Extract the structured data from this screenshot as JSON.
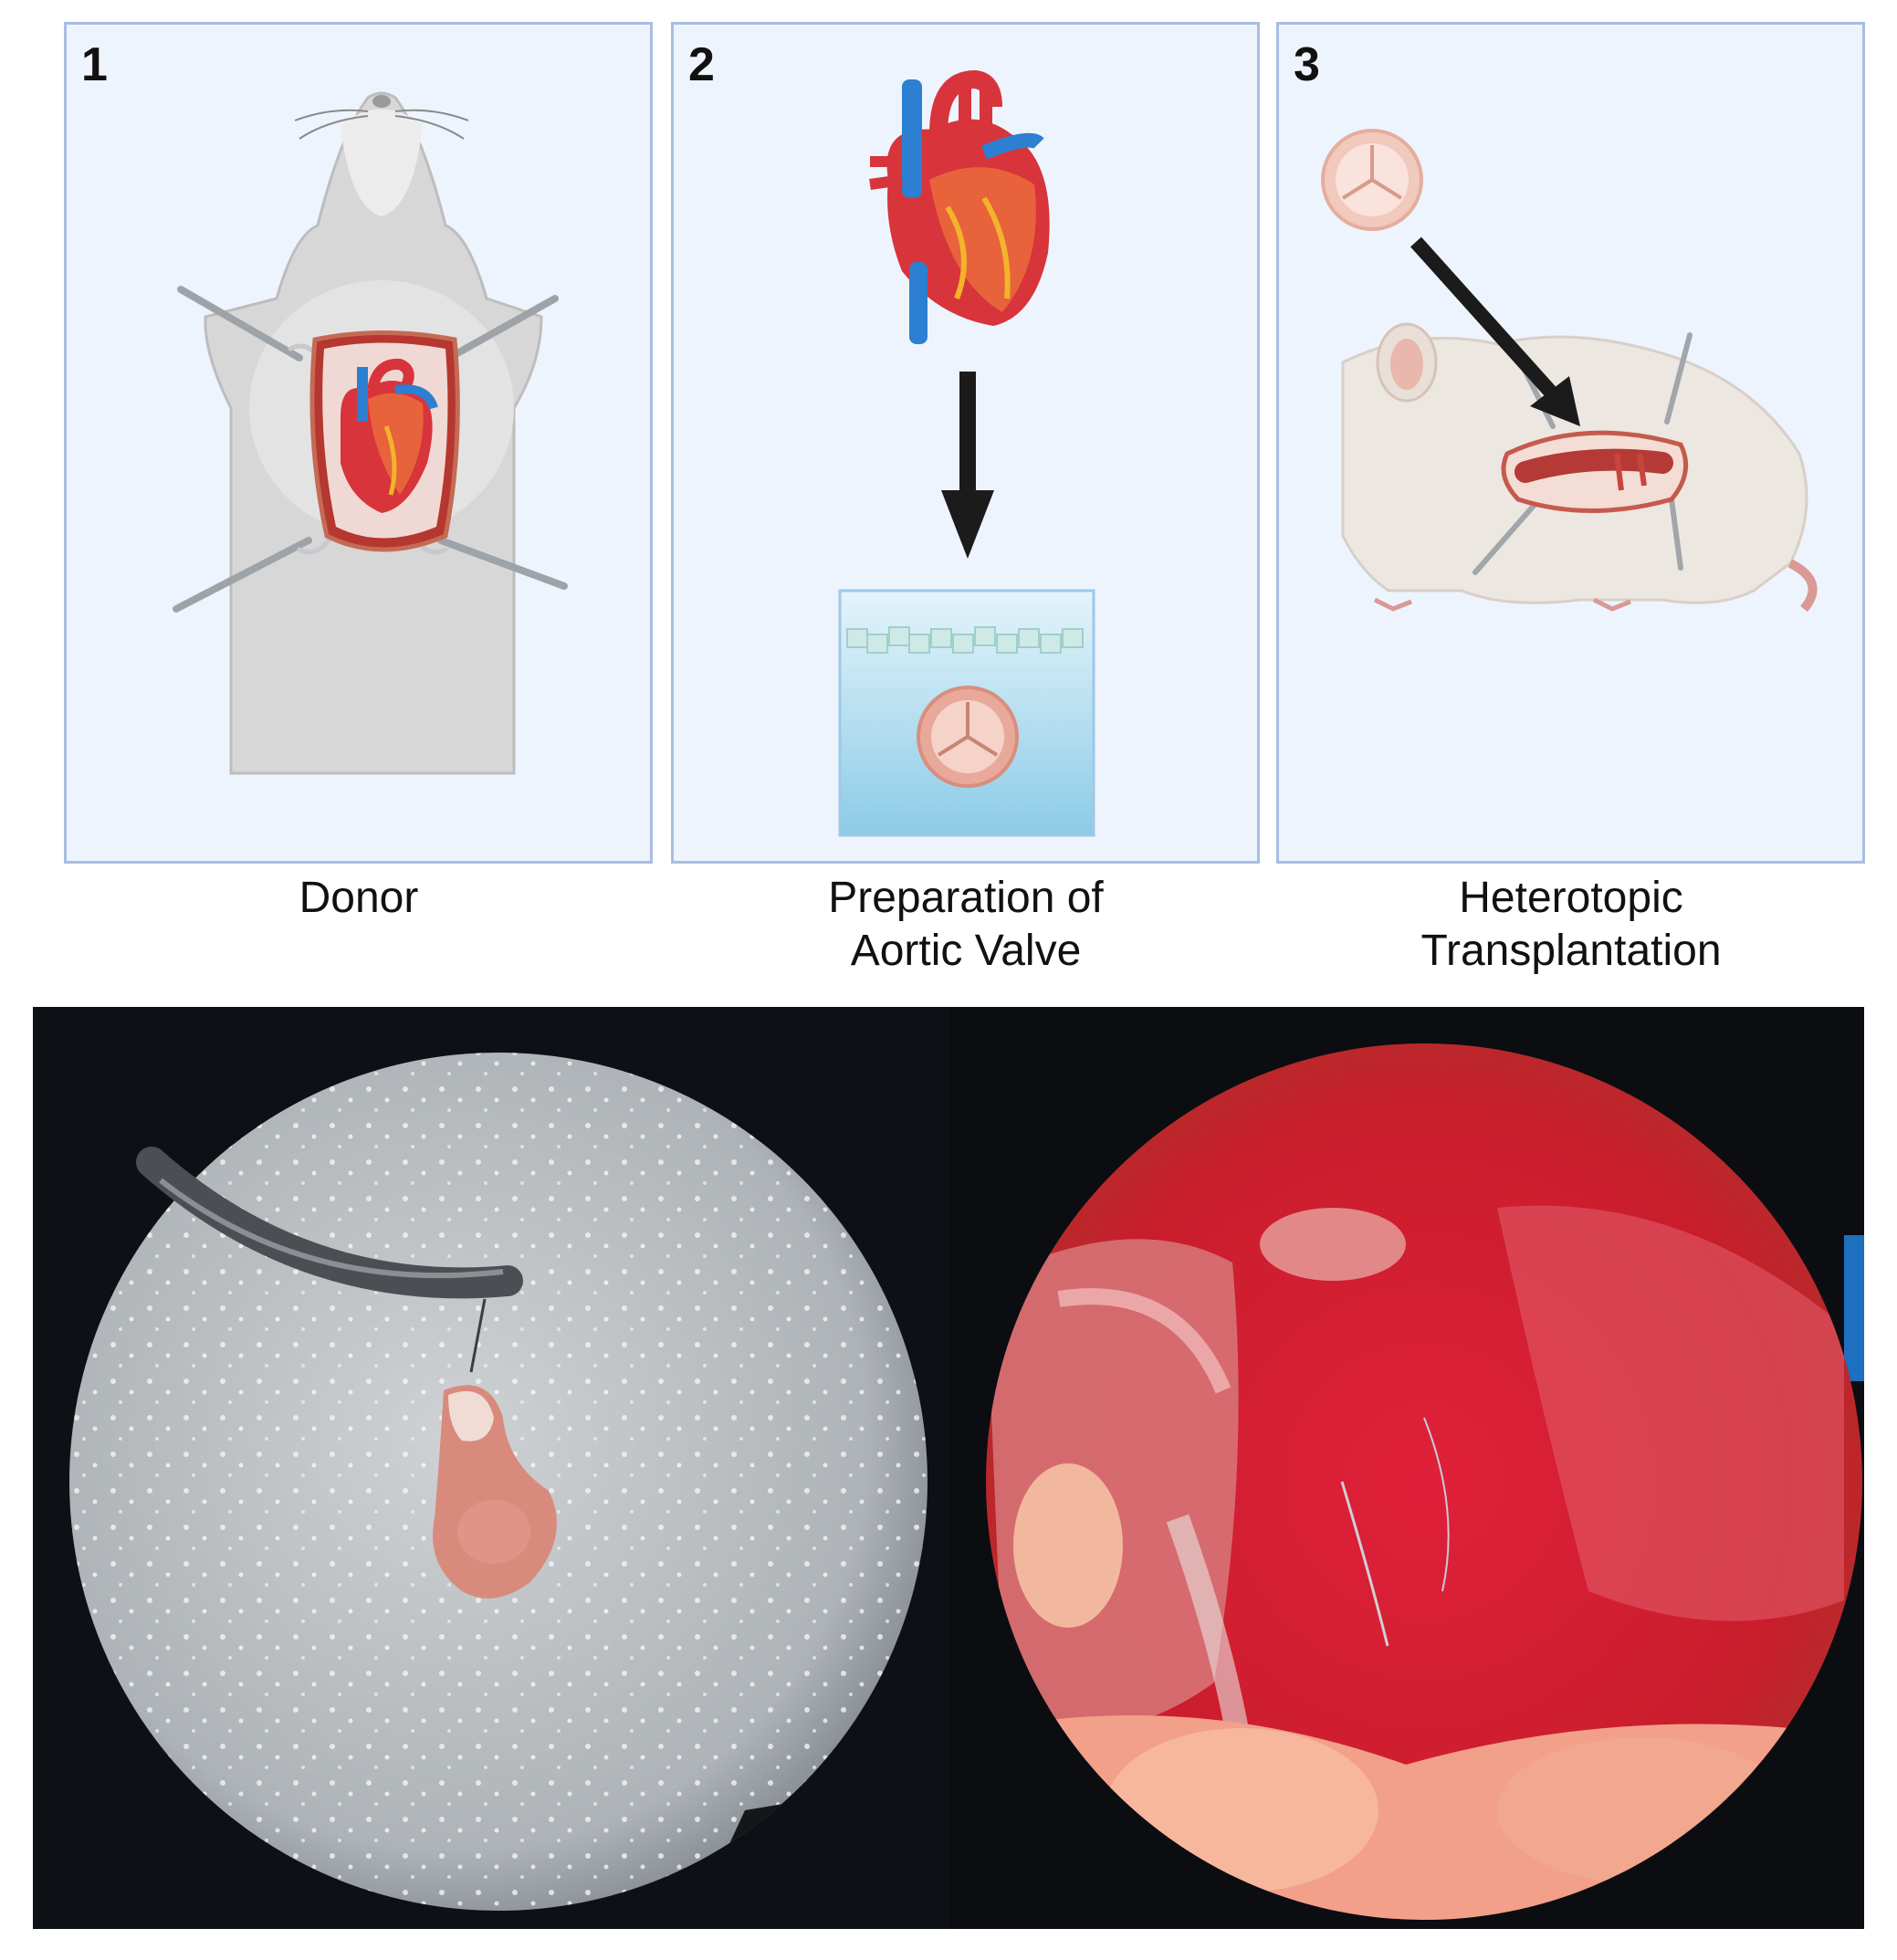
{
  "panels": [
    {
      "number": "1",
      "caption_lines": [
        "Donor"
      ]
    },
    {
      "number": "2",
      "caption_lines": [
        "Preparation of",
        "Aortic Valve"
      ]
    },
    {
      "number": "3",
      "caption_lines": [
        "Heterotopic",
        "Transplantation"
      ]
    }
  ],
  "icons": {
    "panel1": [
      "mouse-icon",
      "heart-icon",
      "retractor-icon"
    ],
    "panel2": [
      "heart-icon",
      "arrow-down-icon",
      "ice-bath-icon",
      "aortic-valve-icon"
    ],
    "panel3": [
      "aortic-valve-icon",
      "arrow-icon",
      "mouse-icon",
      "aorta-icon"
    ]
  },
  "photos": [
    {
      "name": "valve-on-ice-photo"
    },
    {
      "name": "surgical-site-photo"
    }
  ],
  "colors": {
    "panel_fill": "#eef4fd",
    "panel_border": "#a9bde3",
    "heart_red": "#d8343b",
    "vessel_blue": "#2c7fd1"
  }
}
